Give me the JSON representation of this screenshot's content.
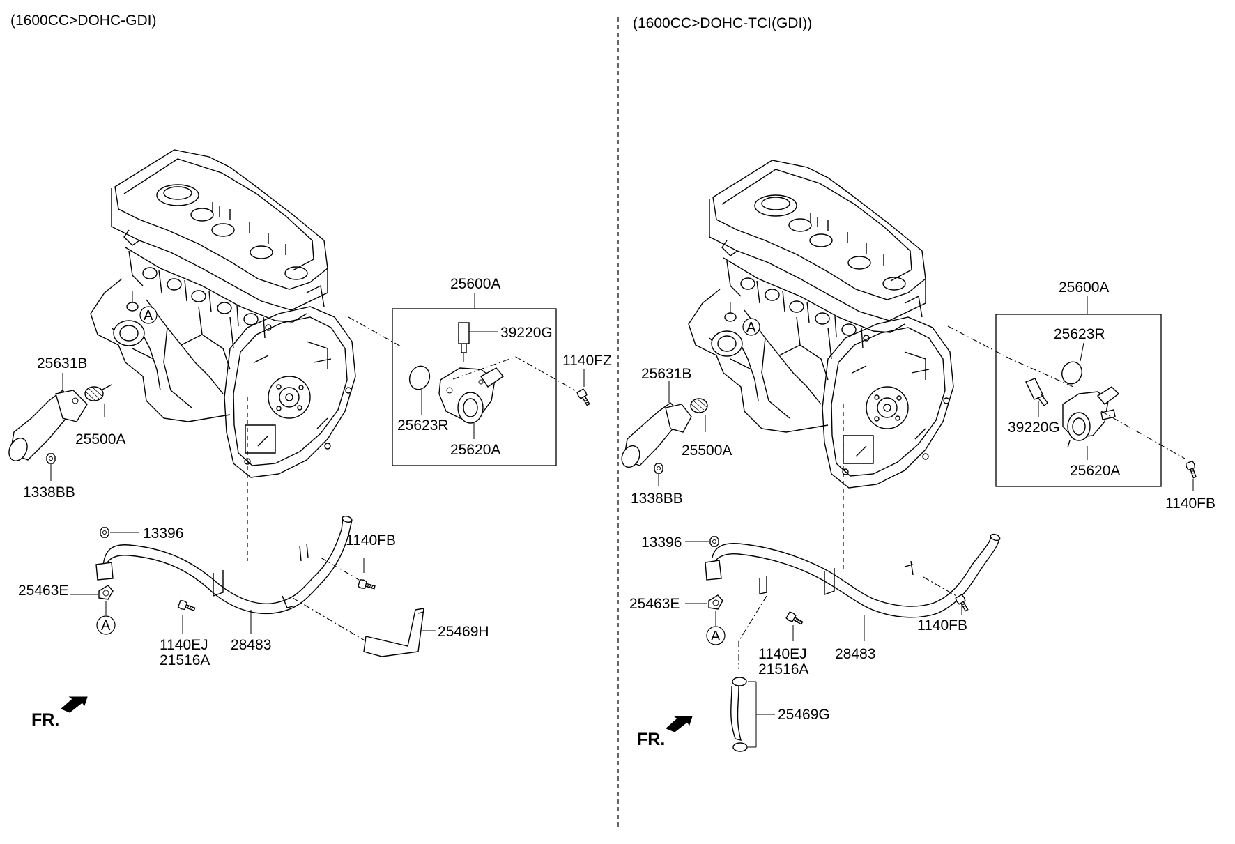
{
  "panels": [
    {
      "variant_label": "(1600CC>DOHC-GDI)",
      "labels": {
        "assy": "25600A",
        "sensor": "39220G",
        "bolt_fz": "1140FZ",
        "hose_in": "25631B",
        "thermostat": "25500A",
        "gasket_r": "25623R",
        "housing": "25620A",
        "nut": "1338BB",
        "nut2": "13396",
        "bolt_fb": "1140FB",
        "gasket_e": "25463E",
        "bolt_ej": "1140EJ",
        "clip": "21516A",
        "pipe": "28483",
        "hose_h": "25469H",
        "ref_a_top": "A",
        "ref_a_bottom": "A",
        "fr": "FR."
      }
    },
    {
      "variant_label": "(1600CC>DOHC-TCI(GDI))",
      "labels": {
        "assy": "25600A",
        "gasket_r": "25623R",
        "hose_in": "25631B",
        "thermostat": "25500A",
        "sensor": "39220G",
        "housing": "25620A",
        "nut": "1338BB",
        "bolt_fb_box": "1140FB",
        "nut2": "13396",
        "gasket_e": "25463E",
        "bolt_fb": "1140FB",
        "bolt_ej": "1140EJ",
        "clip": "21516A",
        "pipe": "28483",
        "hose_g": "25469G",
        "ref_a_top": "A",
        "ref_a_bottom": "A",
        "fr": "FR."
      }
    }
  ]
}
